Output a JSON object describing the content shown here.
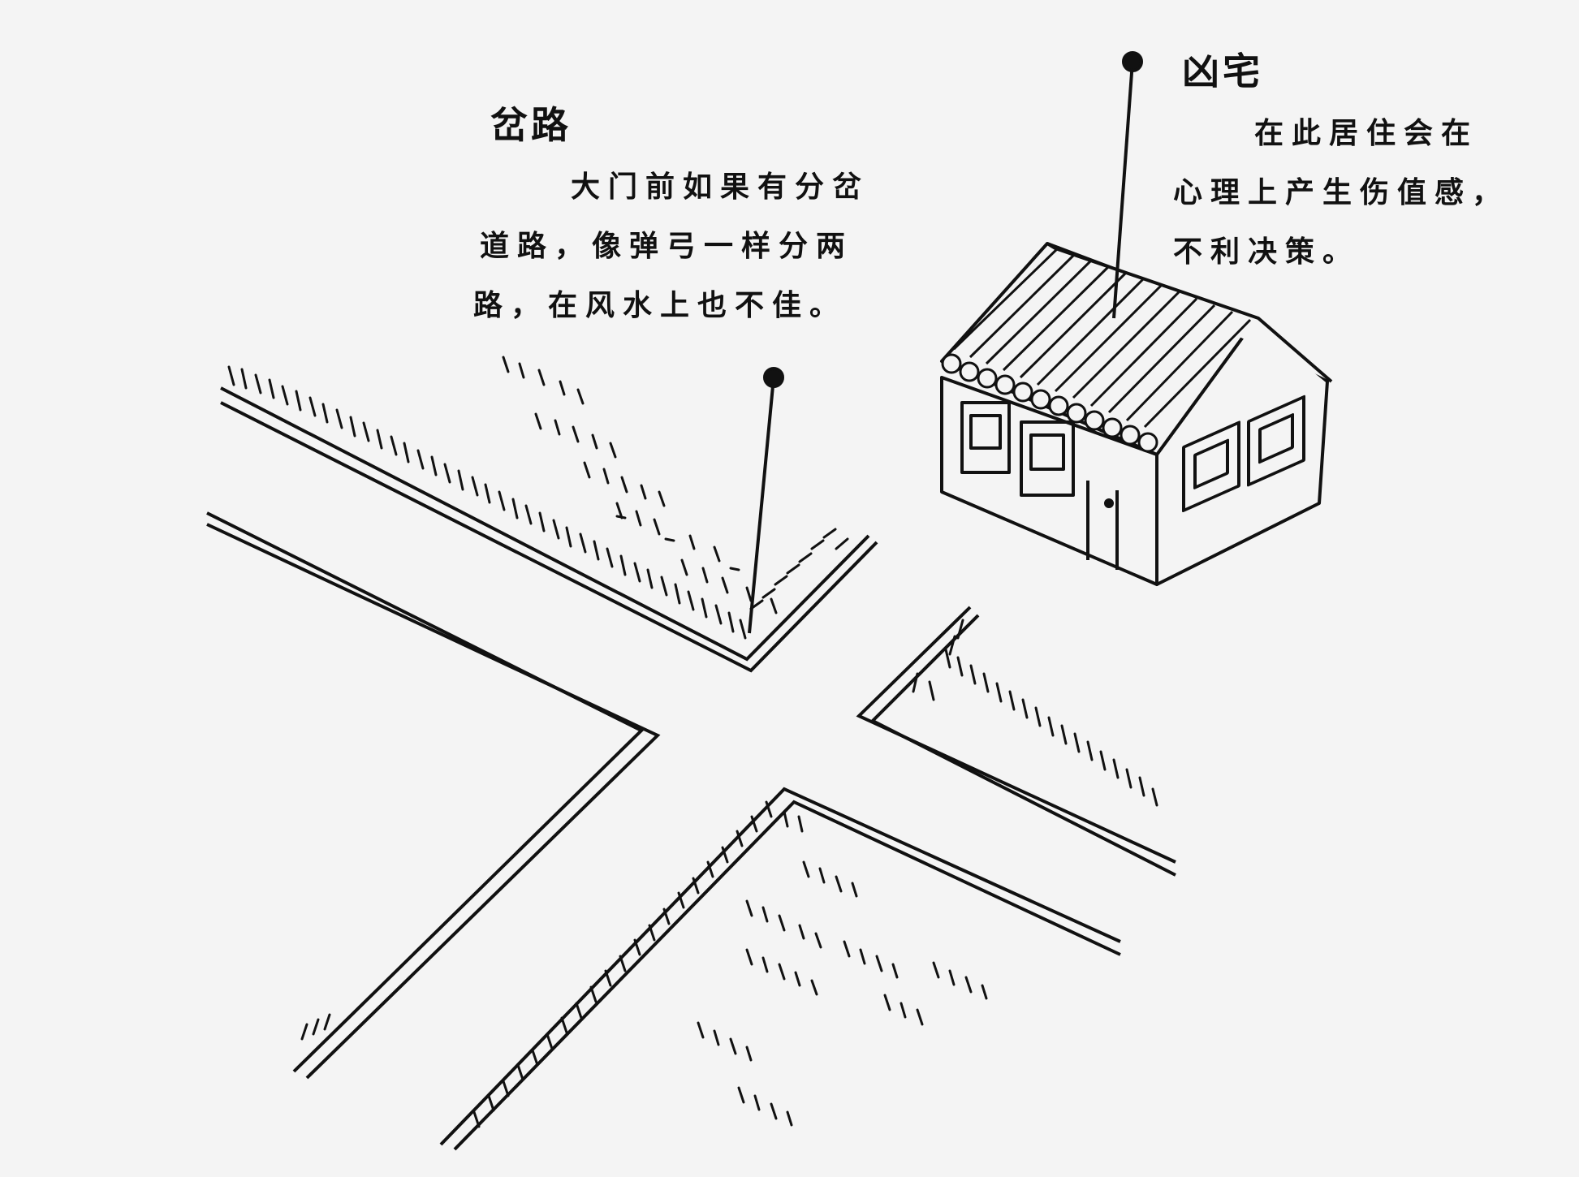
{
  "callout_fork_road": {
    "title": "岔路",
    "lines": [
      "大门前如果有分岔",
      "道路，像弹弓一样分两",
      "路，在风水上也不佳。"
    ]
  },
  "callout_ominous_house": {
    "title": "凶宅",
    "lines": [
      "在此居住会在",
      "心理上产生伤值感，",
      "不利决策。"
    ]
  },
  "colors": {
    "ink": "#111111",
    "paper": "#f4f4f4"
  }
}
